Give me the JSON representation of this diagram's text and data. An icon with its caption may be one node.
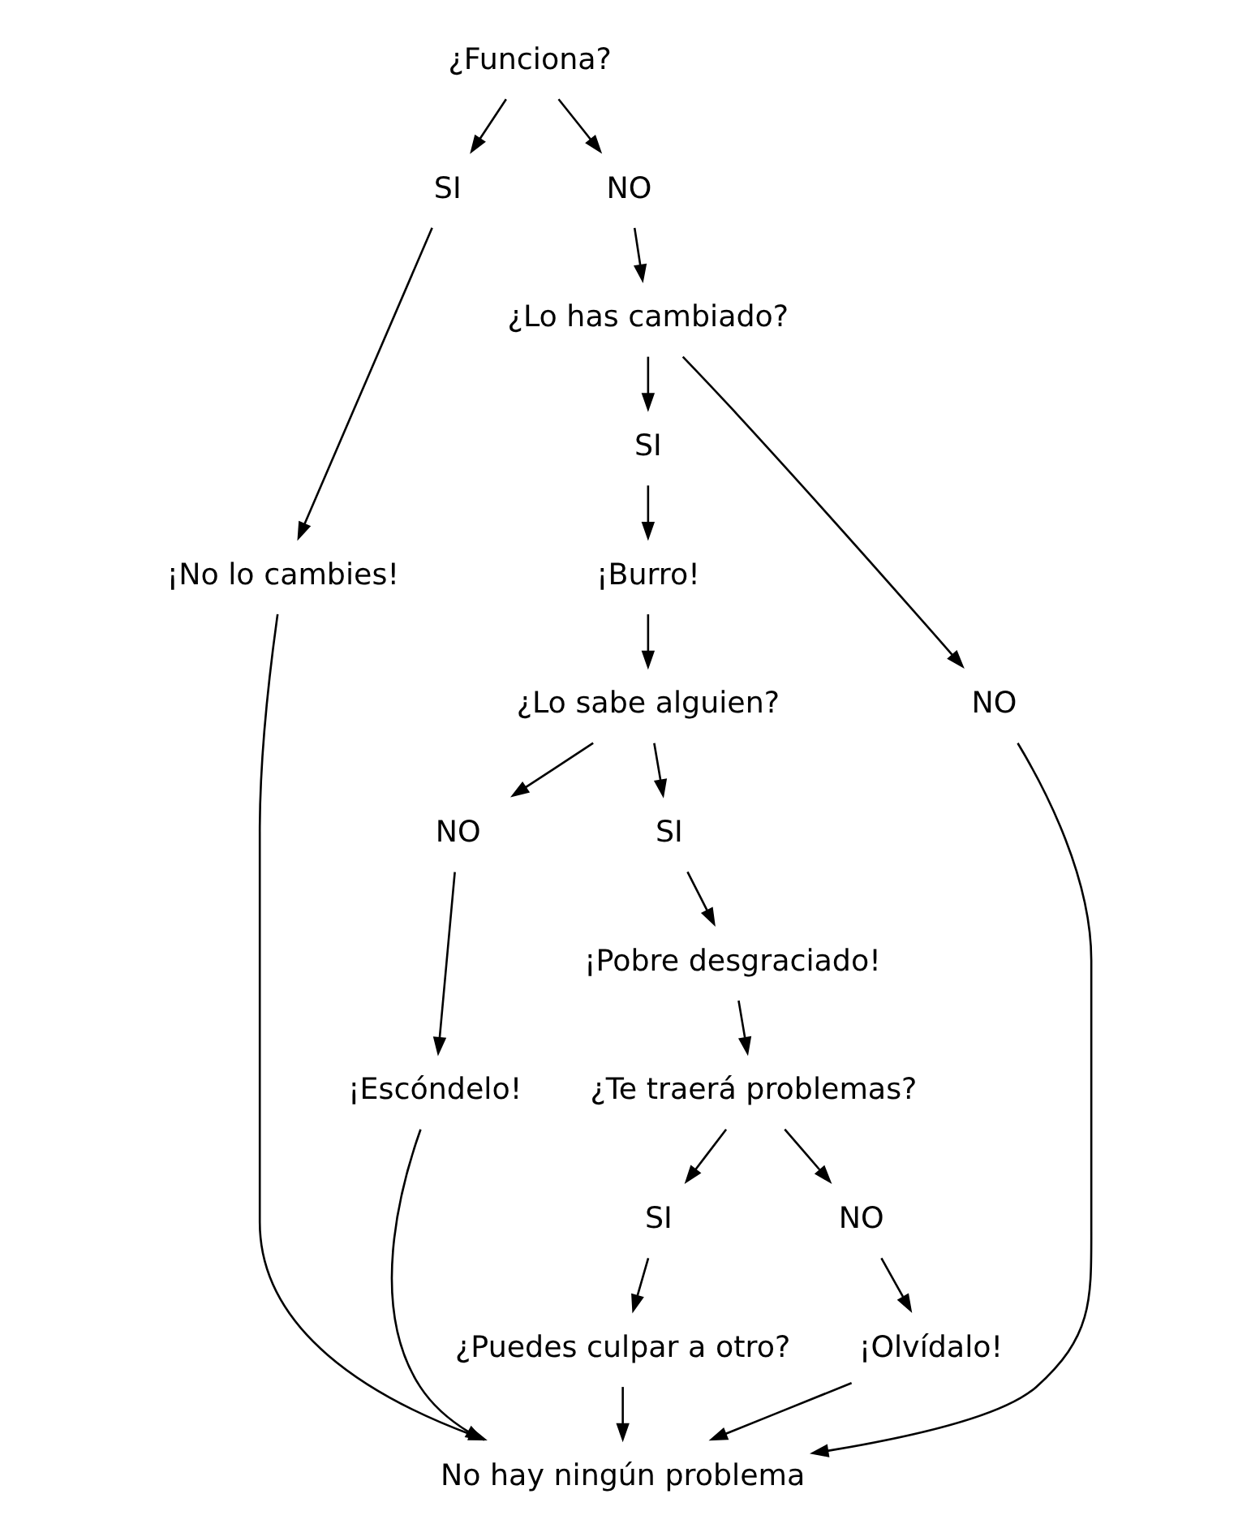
{
  "diagram": {
    "nodes": [
      {
        "text": [
          "¿Funciona?"
        ]
      },
      {
        "text": [
          "SI"
        ]
      },
      {
        "text": [
          "NO"
        ]
      },
      {
        "text": [
          "¡No lo cambies!"
        ]
      },
      {
        "text": [
          "¿Lo has cambiado?"
        ]
      },
      {
        "text": [
          "SI"
        ]
      },
      {
        "text": [
          "NO"
        ]
      },
      {
        "text": [
          "¡Burro!"
        ]
      },
      {
        "text": [
          "¿Lo sabe alguien?"
        ]
      },
      {
        "text": [
          "NO"
        ]
      },
      {
        "text": [
          "SI"
        ]
      },
      {
        "text": [
          "¡Escóndelo!"
        ]
      },
      {
        "text": [
          "¡Pobre desgraciado!"
        ]
      },
      {
        "text": [
          "¿Te traerá problemas?"
        ]
      },
      {
        "text": [
          "SI"
        ]
      },
      {
        "text": [
          "NO"
        ]
      },
      {
        "text": [
          "¿Puedes culpar a otro?"
        ]
      },
      {
        "text": [
          "¡Olvídalo!"
        ]
      },
      {
        "text": [
          "No hay ningún problema"
        ]
      }
    ],
    "edges": [
      {
        "from": 0,
        "to": 1,
        "arrow": "to"
      },
      {
        "from": 0,
        "to": 2,
        "arrow": "to"
      },
      {
        "from": 1,
        "to": 3,
        "arrow": "to"
      },
      {
        "from": 2,
        "to": 4,
        "arrow": "to"
      },
      {
        "from": 4,
        "to": 5,
        "arrow": "to"
      },
      {
        "from": 4,
        "to": 6,
        "arrow": "to"
      },
      {
        "from": 5,
        "to": 7,
        "arrow": "to"
      },
      {
        "from": 7,
        "to": 8,
        "arrow": "to"
      },
      {
        "from": 8,
        "to": 9,
        "arrow": "to"
      },
      {
        "from": 8,
        "to": 10,
        "arrow": "to"
      },
      {
        "from": 9,
        "to": 11,
        "arrow": "to"
      },
      {
        "from": 10,
        "to": 12,
        "arrow": "to"
      },
      {
        "from": 12,
        "to": 13,
        "arrow": "to"
      },
      {
        "from": 13,
        "to": 14,
        "arrow": "to"
      },
      {
        "from": 13,
        "to": 15,
        "arrow": "to"
      },
      {
        "from": 14,
        "to": 16,
        "arrow": "to"
      },
      {
        "from": 15,
        "to": 17,
        "arrow": "to"
      },
      {
        "from": 16,
        "to": 18,
        "arrow": "to"
      },
      {
        "from": 17,
        "to": 18,
        "arrow": "to"
      },
      {
        "from": 6,
        "to": 18,
        "arrow": "to"
      },
      {
        "from": 3,
        "to": 18,
        "arrow": "to"
      },
      {
        "from": 11,
        "to": 18,
        "arrow": "to"
      }
    ]
  }
}
